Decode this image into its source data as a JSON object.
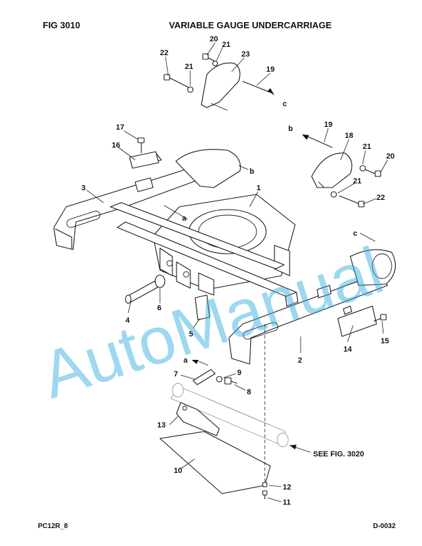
{
  "header": {
    "fig_label": "FIG    3010",
    "title": "VARIABLE GAUGE UNDERCARRIAGE"
  },
  "footer": {
    "left": "PC12R_8",
    "right": "D-0032"
  },
  "watermark": {
    "text": "AutoManual",
    "color": "#29a8e0"
  },
  "callouts": {
    "n1": "1",
    "n2": "2",
    "n3": "3",
    "n4": "4",
    "n5": "5",
    "n6": "6",
    "n7": "7",
    "n8": "8",
    "n9": "9",
    "n10": "10",
    "n11": "11",
    "n12": "12",
    "n13": "13",
    "n14": "14",
    "n15": "15",
    "n16": "16",
    "n17": "17",
    "n18": "18",
    "n19a": "19",
    "n19b": "19",
    "n20a": "20",
    "n20b": "20",
    "n21a": "21",
    "n21b": "21",
    "n21c": "21",
    "n21d": "21",
    "n22a": "22",
    "n22b": "22",
    "n23": "23"
  },
  "refs": {
    "a1": "a",
    "a2": "a",
    "b1": "b",
    "b2": "b",
    "c1": "c",
    "c2": "c"
  },
  "see_note": "SEE FIG. 3020"
}
